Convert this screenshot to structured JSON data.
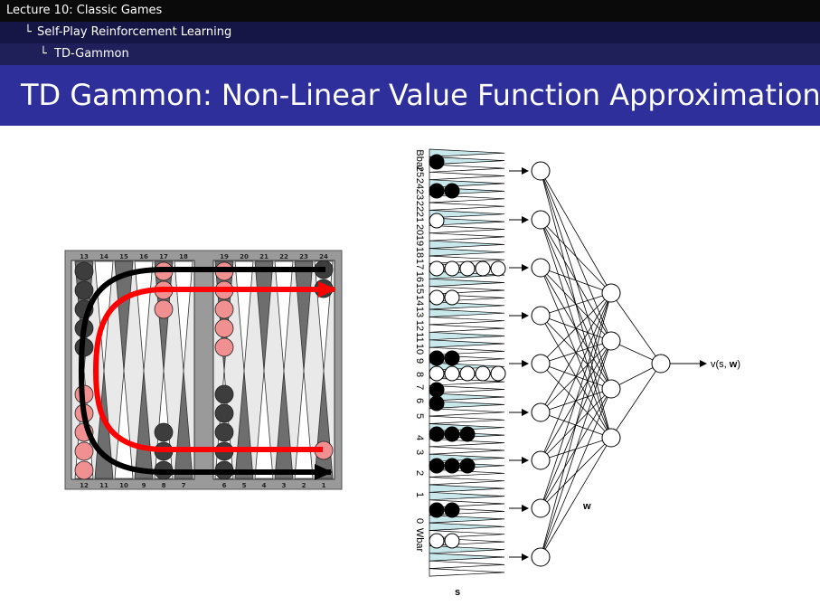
{
  "breadcrumbs": {
    "lecture": "Lecture 10: Classic Games",
    "section": "Self-Play Reinforcement Learning",
    "subsection": "TD-Gammon",
    "branch_glyph": "└"
  },
  "slide_title": "TD Gammon: Non-Linear Value Function Approximation",
  "board": {
    "top_points": [
      "13",
      "14",
      "15",
      "16",
      "17",
      "18",
      "19",
      "20",
      "21",
      "22",
      "23",
      "24"
    ],
    "bottom_points": [
      "12",
      "11",
      "10",
      "9",
      "8",
      "7",
      "6",
      "5",
      "4",
      "3",
      "2",
      "1"
    ],
    "colors": {
      "frame": "#9a9a9a",
      "checker_dark": "#3d3d3d",
      "checker_light": "#f09090",
      "arrow_red": "#ff0000",
      "arrow_black": "#000000"
    }
  },
  "network": {
    "input_labels": [
      "Bbar",
      "25",
      "24",
      "23",
      "22",
      "21",
      "20",
      "19",
      "18",
      "17",
      "16",
      "15",
      "14",
      "13",
      "12",
      "11",
      "10",
      "9",
      "8",
      "7",
      "6",
      "5",
      "4",
      "3",
      "2",
      "1",
      "0",
      "Wbar"
    ],
    "input_var": "s",
    "weights_label": "w",
    "output_prefix": "v(s, ",
    "output_bold": "w",
    "output_suffix": ")",
    "colors": {
      "triangle_fill": "#c8e8ec"
    }
  }
}
